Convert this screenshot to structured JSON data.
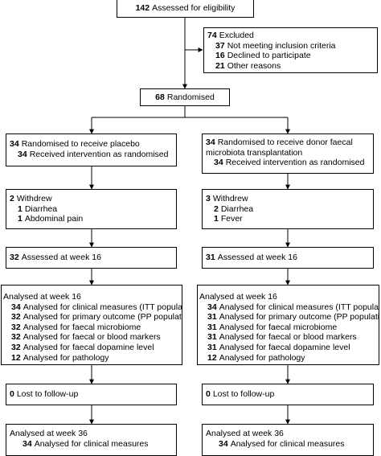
{
  "assessed": {
    "num": "142",
    "text": "Assessed for eligibility"
  },
  "excluded": {
    "num": "74",
    "text": "Excluded",
    "items": [
      {
        "num": "37",
        "text": "Not meeting inclusion criteria"
      },
      {
        "num": "16",
        "text": "Declined to participate"
      },
      {
        "num": "21",
        "text": "Other reasons"
      }
    ]
  },
  "randomised": {
    "num": "68",
    "text": "Randomised"
  },
  "left": {
    "allocation": {
      "lines": [
        {
          "num": "34",
          "text": "Randomised to receive placebo"
        },
        {
          "num": "34",
          "text": "Received intervention as randomised"
        }
      ]
    },
    "withdrew": {
      "num": "2",
      "text": "Withdrew",
      "items": [
        {
          "num": "1",
          "text": "Diarrhea"
        },
        {
          "num": "1",
          "text": "Abdominal pain"
        }
      ]
    },
    "week16": {
      "num": "32",
      "text": "Assessed at week 16"
    },
    "analysed16": {
      "title": "Analysed at week 16",
      "items": [
        {
          "num": "34",
          "text": "Analysed for clinical measures (ITT population)"
        },
        {
          "num": "32",
          "text": "Analysed for primary outcome (PP population)"
        },
        {
          "num": "32",
          "text": "Analysed for faecal microbiome"
        },
        {
          "num": "32",
          "text": "Analysed for faecal or blood markers"
        },
        {
          "num": "32",
          "text": "Analysed for faecal dopamine level"
        },
        {
          "num": "12",
          "text": "Analysed for pathology"
        }
      ]
    },
    "lost": {
      "num": "0",
      "text": "Lost to follow-up"
    },
    "analysed36": {
      "title": "Analysed at week 36",
      "items": [
        {
          "num": "34",
          "text": "Analysed for clinical measures"
        }
      ]
    }
  },
  "right": {
    "allocation": {
      "first": {
        "num": "34",
        "text": "Randomised to receive donor faecal"
      },
      "cont": "microbiota transplantation",
      "second": {
        "num": "34",
        "text": "Received intervention as randomised"
      }
    },
    "withdrew": {
      "num": "3",
      "text": "Withdrew",
      "items": [
        {
          "num": "2",
          "text": "Diarrhea"
        },
        {
          "num": "1",
          "text": "Fever"
        }
      ]
    },
    "week16": {
      "num": "31",
      "text": "Assessed at week 16"
    },
    "analysed16": {
      "title": "Analysed at week 16",
      "items": [
        {
          "num": "34",
          "text": "Analysed for clinical measures (ITT population)"
        },
        {
          "num": "31",
          "text": "Analysed for primary outcome (PP population)"
        },
        {
          "num": "31",
          "text": "Analysed for faecal microbiome"
        },
        {
          "num": "31",
          "text": "Analysed for faecal or blood markers"
        },
        {
          "num": "31",
          "text": "Analysed for faecal dopamine level"
        },
        {
          "num": "12",
          "text": "Analysed for pathology"
        }
      ]
    },
    "lost": {
      "num": "0",
      "text": "Lost to follow-up"
    },
    "analysed36": {
      "title": "Analysed at week 36",
      "items": [
        {
          "num": "34",
          "text": "Analysed for clinical measures"
        }
      ]
    }
  }
}
